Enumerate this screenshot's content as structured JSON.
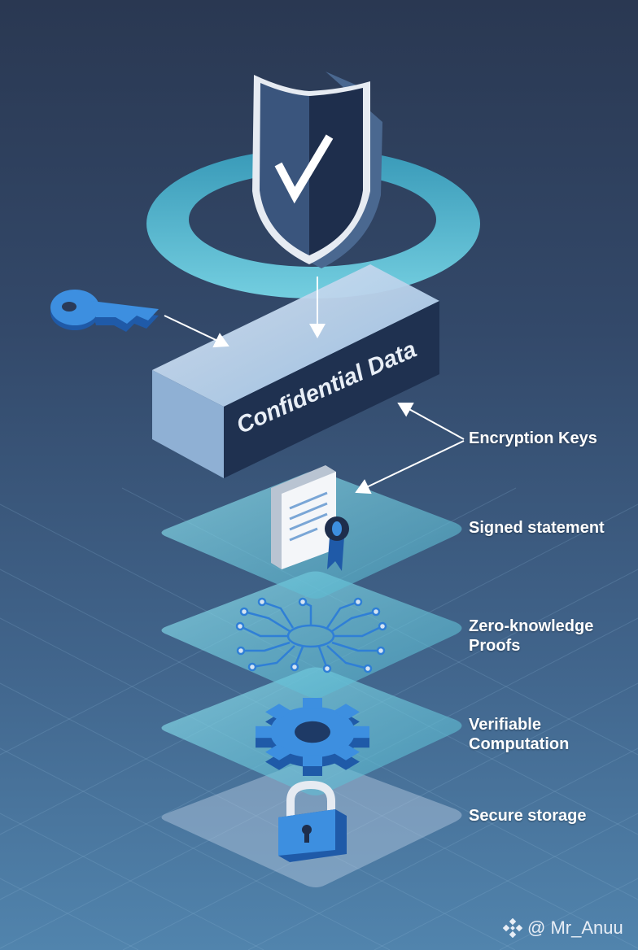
{
  "block": {
    "title": "Confidential Data"
  },
  "labels": {
    "encryption_keys": "Encryption Keys",
    "signed_statement": "Signed statement",
    "zk_line1": "Zero-knowledge",
    "zk_line2": "Proofs",
    "vc_line1": "Verifiable",
    "vc_line2": "Computation",
    "secure_storage": "Secure storage"
  },
  "watermark": {
    "text": "@ Mr_Anuu"
  },
  "colors": {
    "accent_blue": "#3d8fe0",
    "cyan": "#5fd6ee",
    "shield_dark": "#1e2e4c"
  },
  "icons": [
    "shield-check-icon",
    "key-icon",
    "document-certificate-icon",
    "circuit-icon",
    "gear-icon",
    "padlock-icon",
    "binance-logo-icon"
  ]
}
